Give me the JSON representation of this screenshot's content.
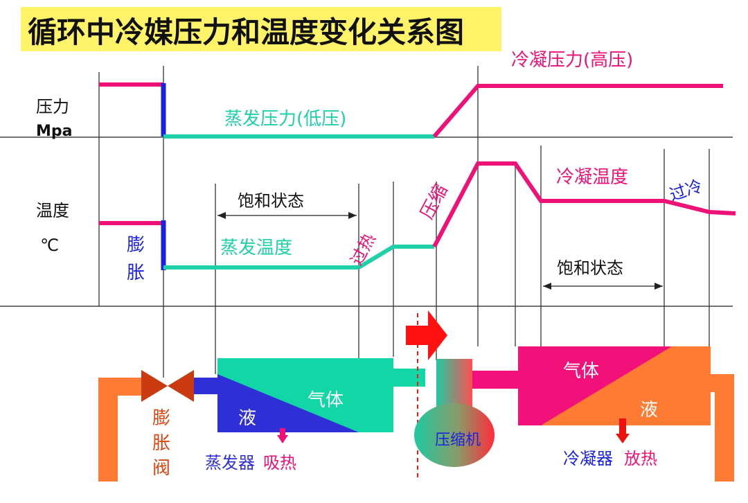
{
  "title": "循环中冷媒压力和温度变化关系图",
  "axes": {
    "pressure_label": "压力",
    "pressure_unit": "Mpa",
    "temperature_label": "温度",
    "temperature_unit": "℃"
  },
  "pressure_curves": {
    "condensing": "冷凝压力(高压)",
    "evaporating": "蒸发压力(低压)"
  },
  "temperature_curves": {
    "evaporating": "蒸发温度",
    "superheat": "过热",
    "compression": "压缩",
    "condensing": "冷凝温度",
    "subcool": "过冷",
    "expansion_1": "膨",
    "expansion_2": "胀"
  },
  "saturation": {
    "left": "饱和状态",
    "right": "饱和状态"
  },
  "components": {
    "valve_1": "膨",
    "valve_2": "胀",
    "valve_3": "阀",
    "evap_gas": "气体",
    "evap_liquid": "液",
    "evaporator": "蒸发器",
    "evaporator_heat": "吸热",
    "compressor": "压缩机",
    "cond_gas": "气体",
    "cond_liquid": "液",
    "condenser": "冷凝器",
    "condenser_heat": "放热"
  },
  "colors": {
    "high_line": "#ee1177",
    "low_line": "#1fd0a8",
    "expansion": "#1a22dd",
    "pipe": "#ff7a33",
    "evaporator_gas": "#12d6a6",
    "evaporator_liquid": "#2f2fd8",
    "condenser_gas": "#f2117a",
    "condenser_liquid": "#ff7a33",
    "arrow": "#ff1111",
    "title_bg": "#fff36a"
  }
}
